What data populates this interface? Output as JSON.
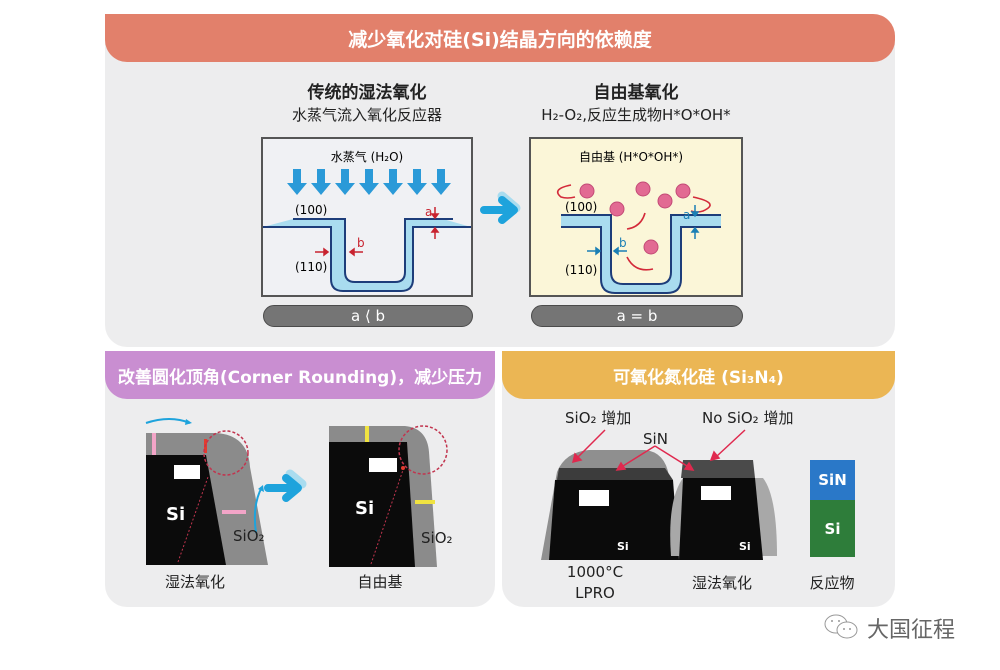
{
  "top_section": {
    "header": "减少氧化对硅(Si)结晶方向的依赖度",
    "header_color": "#e2806b",
    "left": {
      "title": "传统的湿法氧化",
      "subtitle": "水蒸气流入氧化反应器",
      "diagram_label": "水蒸气 (H₂O)",
      "label_100": "(100)",
      "label_110": "(110)",
      "label_a": "a",
      "label_b": "b",
      "result": "a ⟨ b"
    },
    "right": {
      "title": "自由基氧化",
      "subtitle": "H₂-O₂,反应生成物H*O*OH*",
      "diagram_label": "自由基 (H*O*OH*)",
      "label_100": "(100)",
      "label_110": "(110)",
      "label_a": "a",
      "label_b": "b",
      "result": "a = b"
    }
  },
  "bottom_left": {
    "header": "改善圆化顶角(Corner Rounding)，减少压力",
    "header_color": "#c98ed1",
    "images": [
      {
        "si_label": "Si",
        "sio2_label": "SiO₂",
        "caption": "湿法氧化"
      },
      {
        "si_label": "Si",
        "sio2_label": "SiO₂",
        "caption": "自由基"
      }
    ]
  },
  "bottom_right": {
    "header": "可氧化氮化硅 (Si₃N₄)",
    "header_color": "#ebb654",
    "annotation_left": "SiO₂ 增加",
    "annotation_right": "No SiO₂ 增加",
    "annotation_center": "SiN",
    "images": [
      {
        "si_label": "Si",
        "caption_line1": "1000°C",
        "caption_line2": "LPRO"
      },
      {
        "si_label": "Si",
        "caption_line1": "湿法氧化"
      }
    ],
    "reactant": {
      "top_label": "SiN",
      "bottom_label": "Si",
      "caption": "反应物",
      "top_color": "#2a78c8",
      "bottom_color": "#2e7d3a"
    }
  },
  "watermark": {
    "text": "大国征程",
    "icon": "wechat-icon"
  }
}
